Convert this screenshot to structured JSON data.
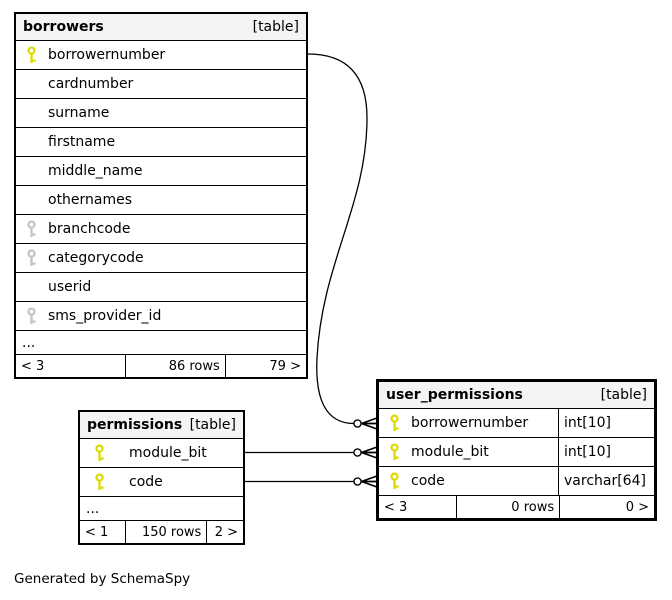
{
  "note": "Generated by SchemaSpy",
  "colors": {
    "primary_key": "#dcdc00",
    "implied_key": "#c4c4c4",
    "header_bg": "#f4f4f4",
    "line": "#000000"
  },
  "tables": {
    "borrowers": {
      "title": "borrowers",
      "badge": "[table]",
      "columns": [
        {
          "name": "borrowernumber",
          "key": "primary"
        },
        {
          "name": "cardnumber",
          "key": "none"
        },
        {
          "name": "surname",
          "key": "none"
        },
        {
          "name": "firstname",
          "key": "none"
        },
        {
          "name": "middle_name",
          "key": "none"
        },
        {
          "name": "othernames",
          "key": "none"
        },
        {
          "name": "branchcode",
          "key": "implied"
        },
        {
          "name": "categorycode",
          "key": "implied"
        },
        {
          "name": "userid",
          "key": "none"
        },
        {
          "name": "sms_provider_id",
          "key": "implied"
        }
      ],
      "ellipsis": "...",
      "footer": {
        "prev": "< 3",
        "rows": "86 rows",
        "next": "79 >"
      }
    },
    "permissions": {
      "title": "permissions",
      "badge": "[table]",
      "columns": [
        {
          "name": "module_bit",
          "key": "primary"
        },
        {
          "name": "code",
          "key": "primary"
        }
      ],
      "ellipsis": "...",
      "footer": {
        "prev": "< 1",
        "rows": "150 rows",
        "next": "2 >"
      }
    },
    "user_permissions": {
      "title": "user_permissions",
      "badge": "[table]",
      "columns": [
        {
          "name": "borrowernumber",
          "type": "int[10]",
          "key": "primary"
        },
        {
          "name": "module_bit",
          "type": "int[10]",
          "key": "primary"
        },
        {
          "name": "code",
          "type": "varchar[64]",
          "key": "primary"
        }
      ],
      "footer": {
        "prev": "< 3",
        "rows": "0 rows",
        "next": "0 >"
      }
    }
  },
  "relationships": [
    {
      "from": "borrowers.borrowernumber",
      "to": "user_permissions.borrowernumber"
    },
    {
      "from": "permissions.module_bit",
      "to": "user_permissions.module_bit"
    },
    {
      "from": "permissions.code",
      "to": "user_permissions.code"
    }
  ]
}
